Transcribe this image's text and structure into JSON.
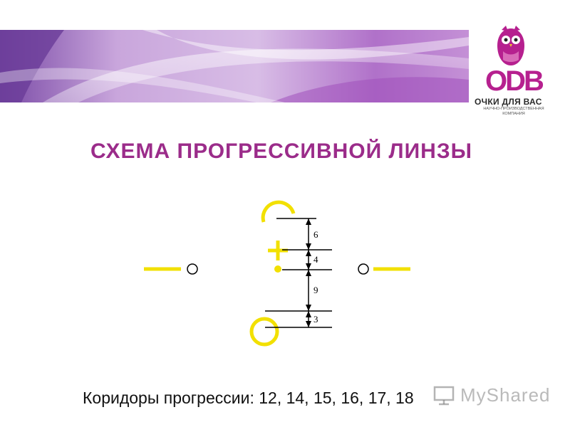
{
  "title": "СХЕМА ПРОГРЕССИВНОЙ ЛИНЗЫ",
  "logo": {
    "brand": "ODB",
    "tagline": "ОЧКИ ДЛЯ ВАС",
    "subline_1": "НАУЧНО-ПРОИЗВОДСТВЕННАЯ",
    "subline_2": "КОМПАНИЯ",
    "icon": "owl-icon"
  },
  "scheme": {
    "measurements": [
      "6",
      "4",
      "9",
      "3"
    ],
    "colors": {
      "marker": "#f2e000",
      "line": "#000000"
    }
  },
  "caption": "Коридоры прогрессии: 12, 14, 15, 16, 17, 18",
  "watermark": "MyShared"
}
